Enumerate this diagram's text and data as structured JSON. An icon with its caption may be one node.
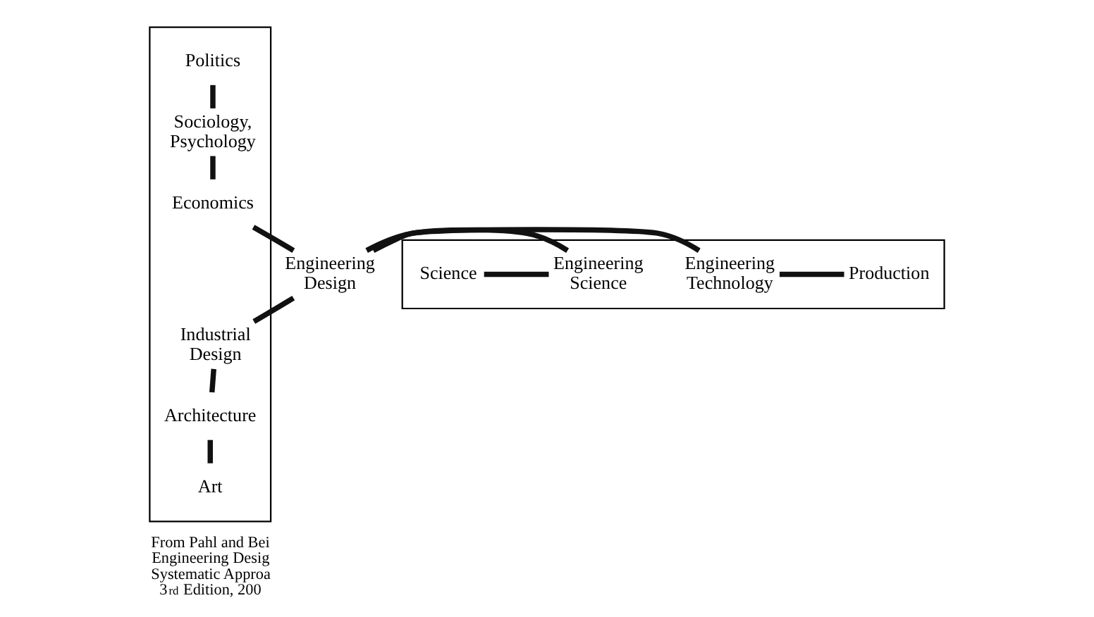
{
  "diagram": {
    "nodes": [
      {
        "text": [],
        "shape": "box"
      },
      {
        "text": [],
        "shape": "box"
      },
      {
        "text": [
          "Politics"
        ],
        "in": 0
      },
      {
        "text": [
          "Sociology, Psychology"
        ],
        "in": 0
      },
      {
        "text": [
          "Economics"
        ],
        "in": 0
      },
      {
        "text": [
          "Science"
        ],
        "in": 1
      },
      {
        "text": [
          "Engineering Science"
        ],
        "in": 1
      },
      {
        "text": [
          "Engineering Design"
        ]
      },
      {
        "text": [
          "Engineering Technology"
        ],
        "in": 1
      },
      {
        "text": [
          "Production"
        ],
        "in": 1
      },
      {
        "text": [
          "Industrial Design"
        ],
        "in": 0
      },
      {
        "text": [
          "Architecture"
        ],
        "in": 0
      },
      {
        "text": [
          "Art"
        ],
        "in": 0
      }
    ],
    "edges": [
      {
        "from": 2,
        "to": 3,
        "arrow": "none"
      },
      {
        "from": 3,
        "to": 4,
        "arrow": "none"
      },
      {
        "from": 4,
        "to": 7,
        "arrow": "none"
      },
      {
        "from": 5,
        "to": 6,
        "arrow": "none"
      },
      {
        "from": 6,
        "to": 7,
        "arrow": "none"
      },
      {
        "from": 7,
        "to": 8,
        "arrow": "none"
      },
      {
        "from": 8,
        "to": 9,
        "arrow": "none"
      },
      {
        "from": 7,
        "to": 10,
        "arrow": "none"
      },
      {
        "from": 10,
        "to": 11,
        "arrow": "none"
      },
      {
        "from": 11,
        "to": 12,
        "arrow": "none"
      }
    ],
    "labels": [
      "From Pahl and Bei Engineering Desig Systematic Approa 3$^{rd}$ Edition, 200"
    ]
  }
}
